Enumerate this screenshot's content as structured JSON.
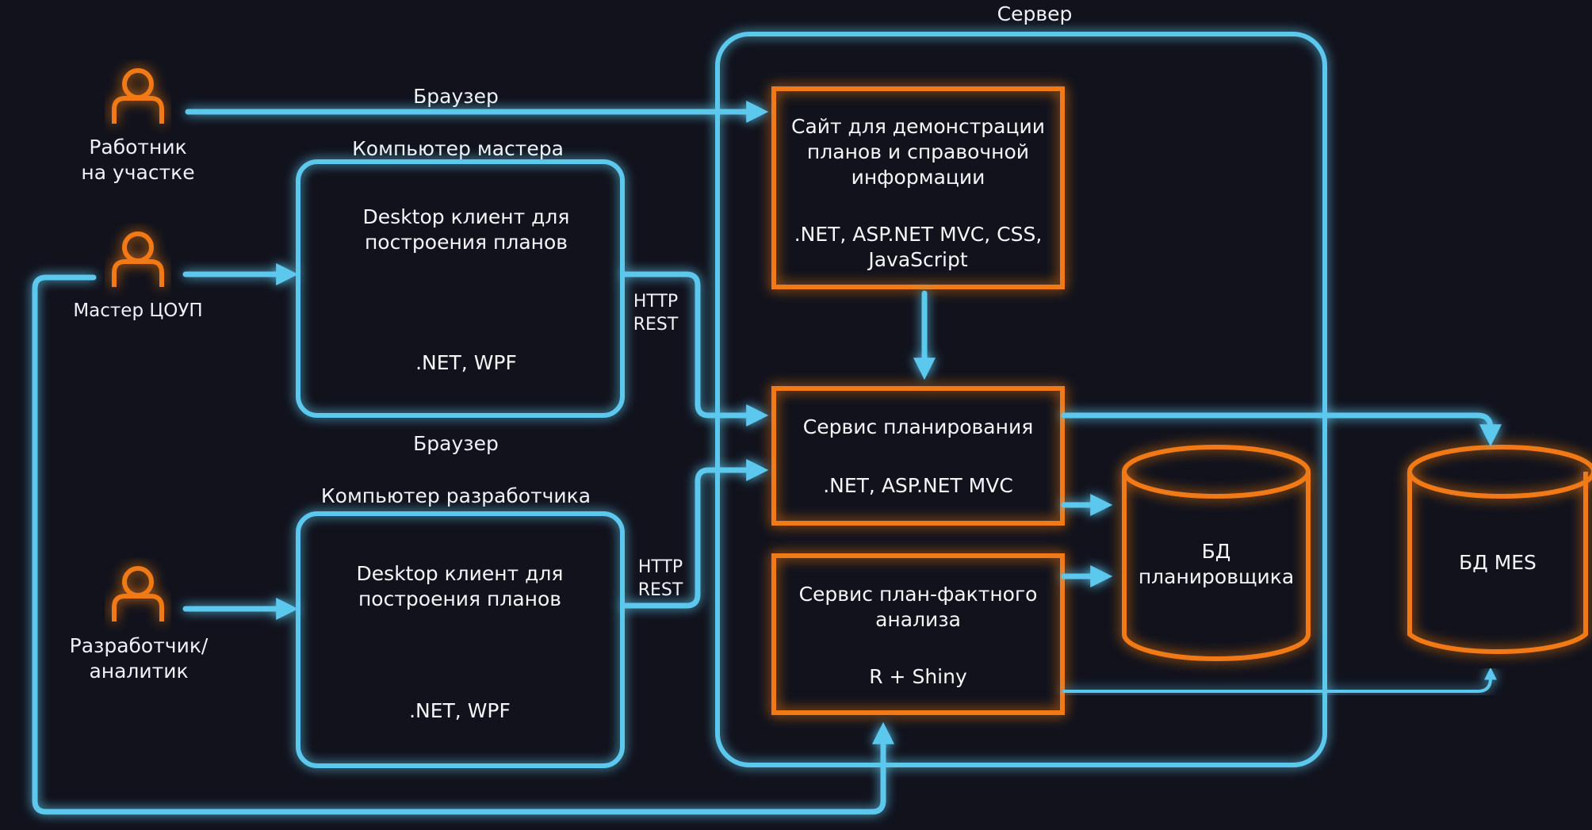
{
  "colors": {
    "background": "#11121c",
    "connector": "#5bc8ee",
    "service": "#f27a12",
    "actor_icon": "#f27a12",
    "text": "#eef2f7"
  },
  "actors": {
    "worker": {
      "label": "Работник\nна участке",
      "icon": "user-icon"
    },
    "master": {
      "label": "Мастер ЦОУП",
      "icon": "user-icon"
    },
    "developer": {
      "label": "Разработчик/\nаналитик",
      "icon": "user-icon"
    }
  },
  "containers": {
    "server": {
      "title": "Сервер"
    },
    "master_pc": {
      "title": "Компьютер мастера",
      "content": "Desktop клиент для\nпостроения планов",
      "tech": ".NET, WPF"
    },
    "dev_pc": {
      "title": "Компьютер разработчика",
      "content": "Desktop клиент для\nпостроения планов",
      "tech": ".NET, WPF"
    }
  },
  "services": {
    "site": {
      "title": "Сайт для демонстрации\nпланов и справочной\nинформации",
      "tech": ".NET, ASP.NET MVC, CSS,\nJavaScript"
    },
    "planning": {
      "title": "Сервис планирования",
      "tech": ".NET, ASP.NET MVC"
    },
    "analysis": {
      "title": "Сервис план-фактного\nанализа",
      "tech": "R + Shiny"
    }
  },
  "databases": {
    "planner_db": {
      "label": "БД\nпланировщика"
    },
    "mes_db": {
      "label": "БД MES"
    }
  },
  "edge_labels": {
    "browser_top": "Браузер",
    "browser_mid": "Браузер",
    "http_master": "HTTP\nREST",
    "http_dev": "HTTP\nREST"
  }
}
